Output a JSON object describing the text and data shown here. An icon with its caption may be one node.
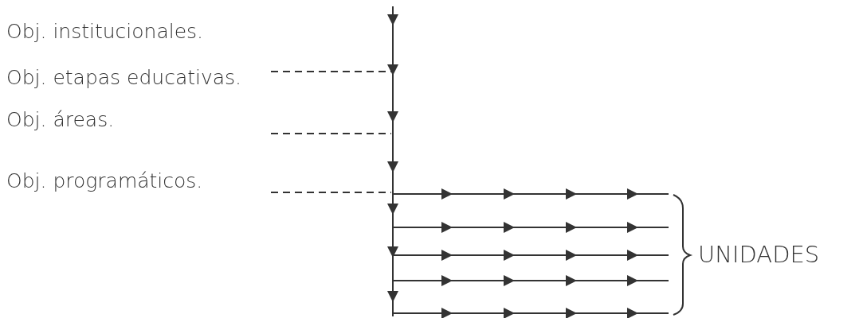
{
  "diagram": {
    "labels": [
      "Obj. institucionales.",
      "Obj. etapas educativas.",
      "Obj. áreas.",
      "Obj. programáticos.",
      "UNIDADES"
    ]
  }
}
